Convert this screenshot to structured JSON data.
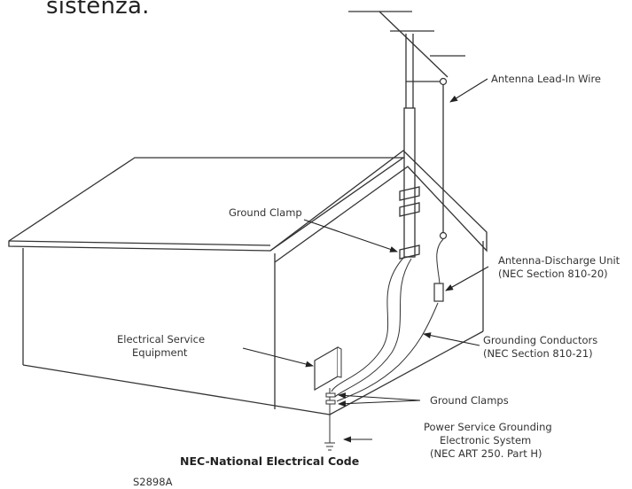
{
  "header_fragment": "sistenza.",
  "labels": {
    "antenna_lead_in": "Antenna Lead-In Wire",
    "ground_clamp": "Ground Clamp",
    "discharge_unit_1": "Antenna-Discharge Unit",
    "discharge_unit_2": "(NEC Section 810-20)",
    "electrical_service_1": "Electrical Service",
    "electrical_service_2": "Equipment",
    "grounding_conductors_1": "Grounding Conductors",
    "grounding_conductors_2": "(NEC Section 810-21)",
    "ground_clamps": "Ground Clamps",
    "power_service_1": "Power Service Grounding",
    "power_service_2": "Electronic System",
    "power_service_3": "(NEC ART 250. Part H)",
    "nec_code": "NEC-National Electrical Code",
    "figure_id": "S2898A"
  }
}
